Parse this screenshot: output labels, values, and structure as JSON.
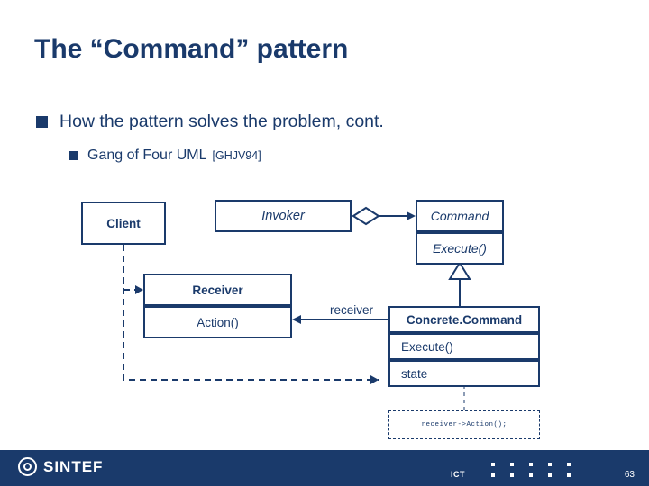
{
  "slide": {
    "title": "The “Command” pattern",
    "bullets": [
      {
        "level": 1,
        "text": "How the pattern solves the problem, cont."
      },
      {
        "level": 2,
        "text": "Gang of Four UML",
        "citation": "[GHJV94]"
      }
    ]
  },
  "diagram": {
    "type": "uml-class-diagram",
    "classes": {
      "client": {
        "name": "Client"
      },
      "invoker": {
        "name": "Invoker"
      },
      "command": {
        "name": "Command",
        "operations": [
          "Execute()"
        ]
      },
      "receiver": {
        "name": "Receiver",
        "operations": [
          "Action()"
        ]
      },
      "concrete_command": {
        "name": "Concrete.Command",
        "operations": [
          "Execute()"
        ],
        "attributes": [
          "state"
        ]
      }
    },
    "edge_labels": {
      "receiver": "receiver"
    },
    "note": "receiver->Action();"
  },
  "footer": {
    "logo_text": "SINTEF",
    "center_text": "ICT",
    "page_number": "63"
  },
  "colors": {
    "brand": "#1a3a6b",
    "background": "#ffffff",
    "footer_text": "#ffffff"
  }
}
